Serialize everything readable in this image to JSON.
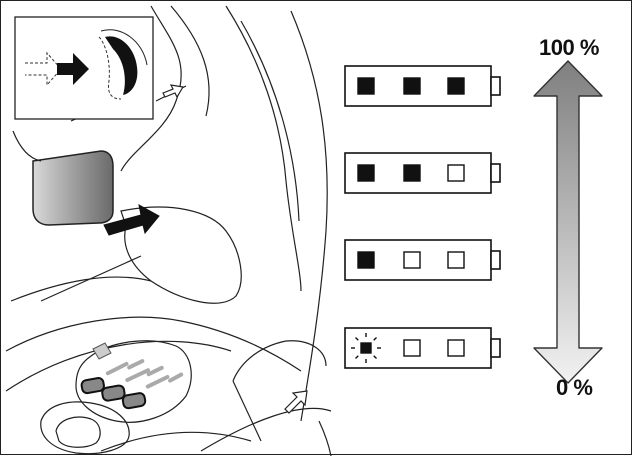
{
  "diagram": {
    "scale_labels": {
      "top": "100 %",
      "bottom": "0 %"
    },
    "battery_levels": [
      {
        "filled": 3,
        "total": 3,
        "blinking": false
      },
      {
        "filled": 2,
        "total": 3,
        "blinking": false
      },
      {
        "filled": 1,
        "total": 3,
        "blinking": false
      },
      {
        "filled": 1,
        "total": 3,
        "blinking": true
      }
    ],
    "arrow_gradient": {
      "top_color": "#7f7f7f",
      "bottom_color": "#f2f2f2"
    }
  }
}
